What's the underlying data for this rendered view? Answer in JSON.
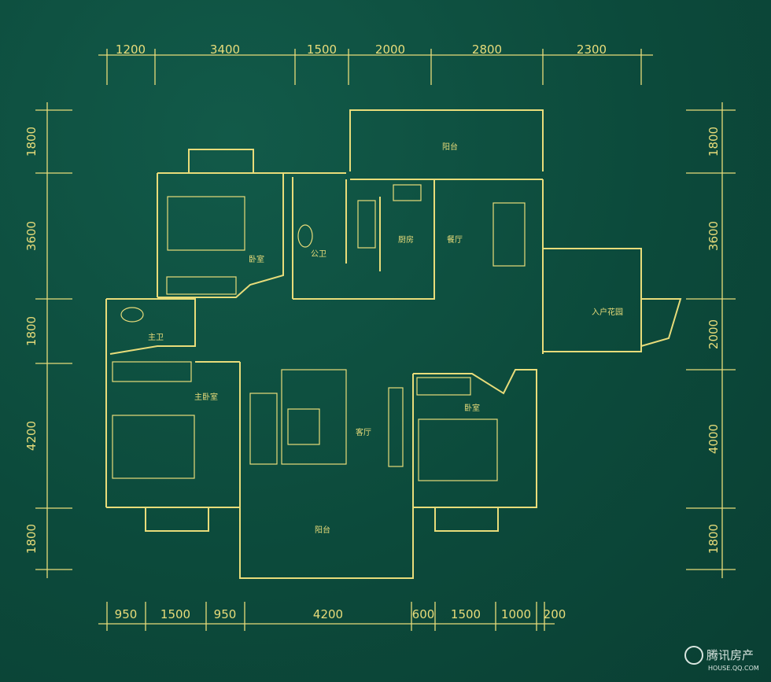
{
  "top_dims": [
    "1200",
    "3400",
    "1500",
    "2000",
    "2800",
    "2300"
  ],
  "bottom_dims": [
    "950",
    "1500",
    "950",
    "4200",
    "600",
    "1500",
    "1000",
    "200"
  ],
  "left_dims": [
    "1800",
    "3600",
    "1800",
    "4200",
    "1800"
  ],
  "right_dims": [
    "1800",
    "3600",
    "2000",
    "4000",
    "1800"
  ],
  "rooms": {
    "balcony_top": "阳台",
    "bedroom_nw": "卧室",
    "public_bath": "公卫",
    "kitchen": "厨房",
    "dining": "餐厅",
    "entry_garden": "入户花园",
    "master_bath": "主卫",
    "master_bedroom": "主卧室",
    "living": "客厅",
    "bedroom_se": "卧室",
    "balcony_bottom": "阳台"
  },
  "watermark": {
    "brand": "腾讯房产",
    "url": "HOUSE.QQ.COM"
  },
  "colors": {
    "background": "#0d4a3c",
    "line": "#e8dc7a"
  }
}
